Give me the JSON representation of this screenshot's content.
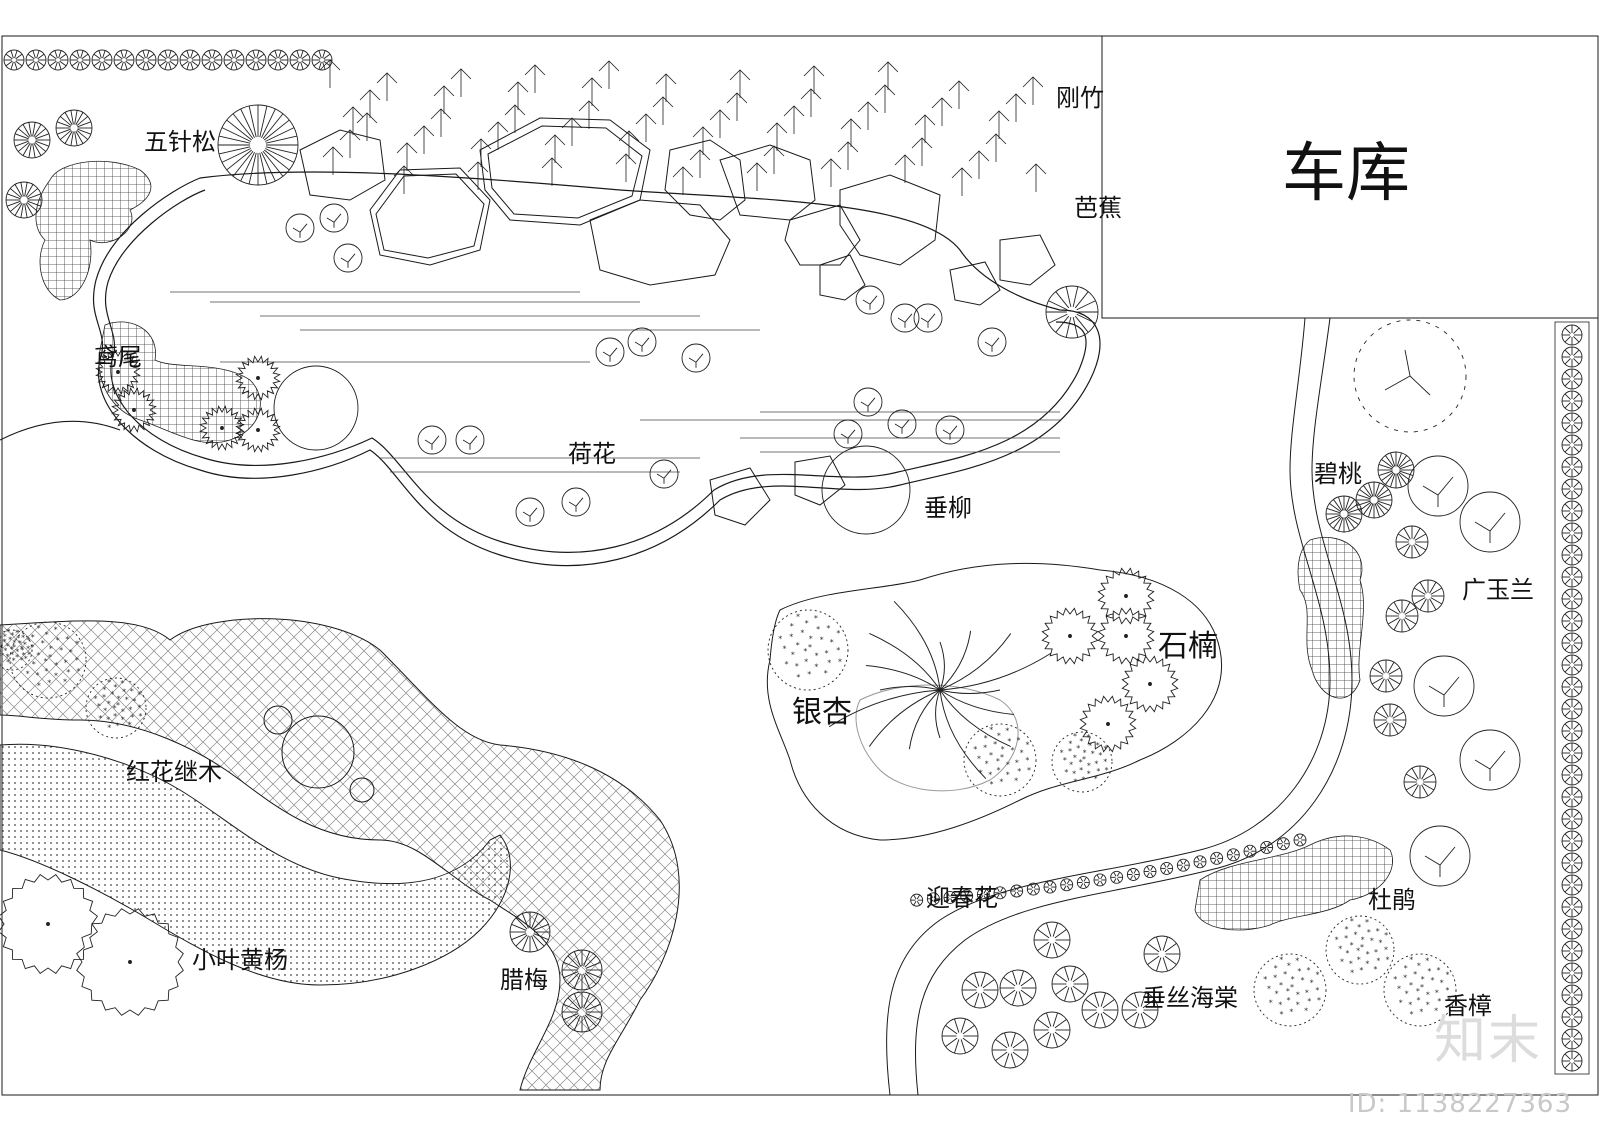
{
  "plan": {
    "labels": {
      "garage": "车库",
      "white_pine": "五针松",
      "bamboo": "刚竹",
      "banana": "芭蕉",
      "iris": "鸢尾",
      "lotus": "荷花",
      "willow": "垂柳",
      "ginkgo": "银杏",
      "phoebe": "石楠",
      "flowering_peach": "碧桃",
      "magnolia": "广玉兰",
      "loropetalum": "红花继木",
      "boxwood": "小叶黄杨",
      "wintersweet": "腊梅",
      "winter_jasmine": "迎春花",
      "azalea": "杜鹃",
      "crabapple": "垂丝海棠",
      "camphor": "香樟"
    },
    "line_color": "#1a1a1a"
  },
  "watermark": {
    "logo": "知末",
    "id_text": "ID: 1138227363"
  }
}
